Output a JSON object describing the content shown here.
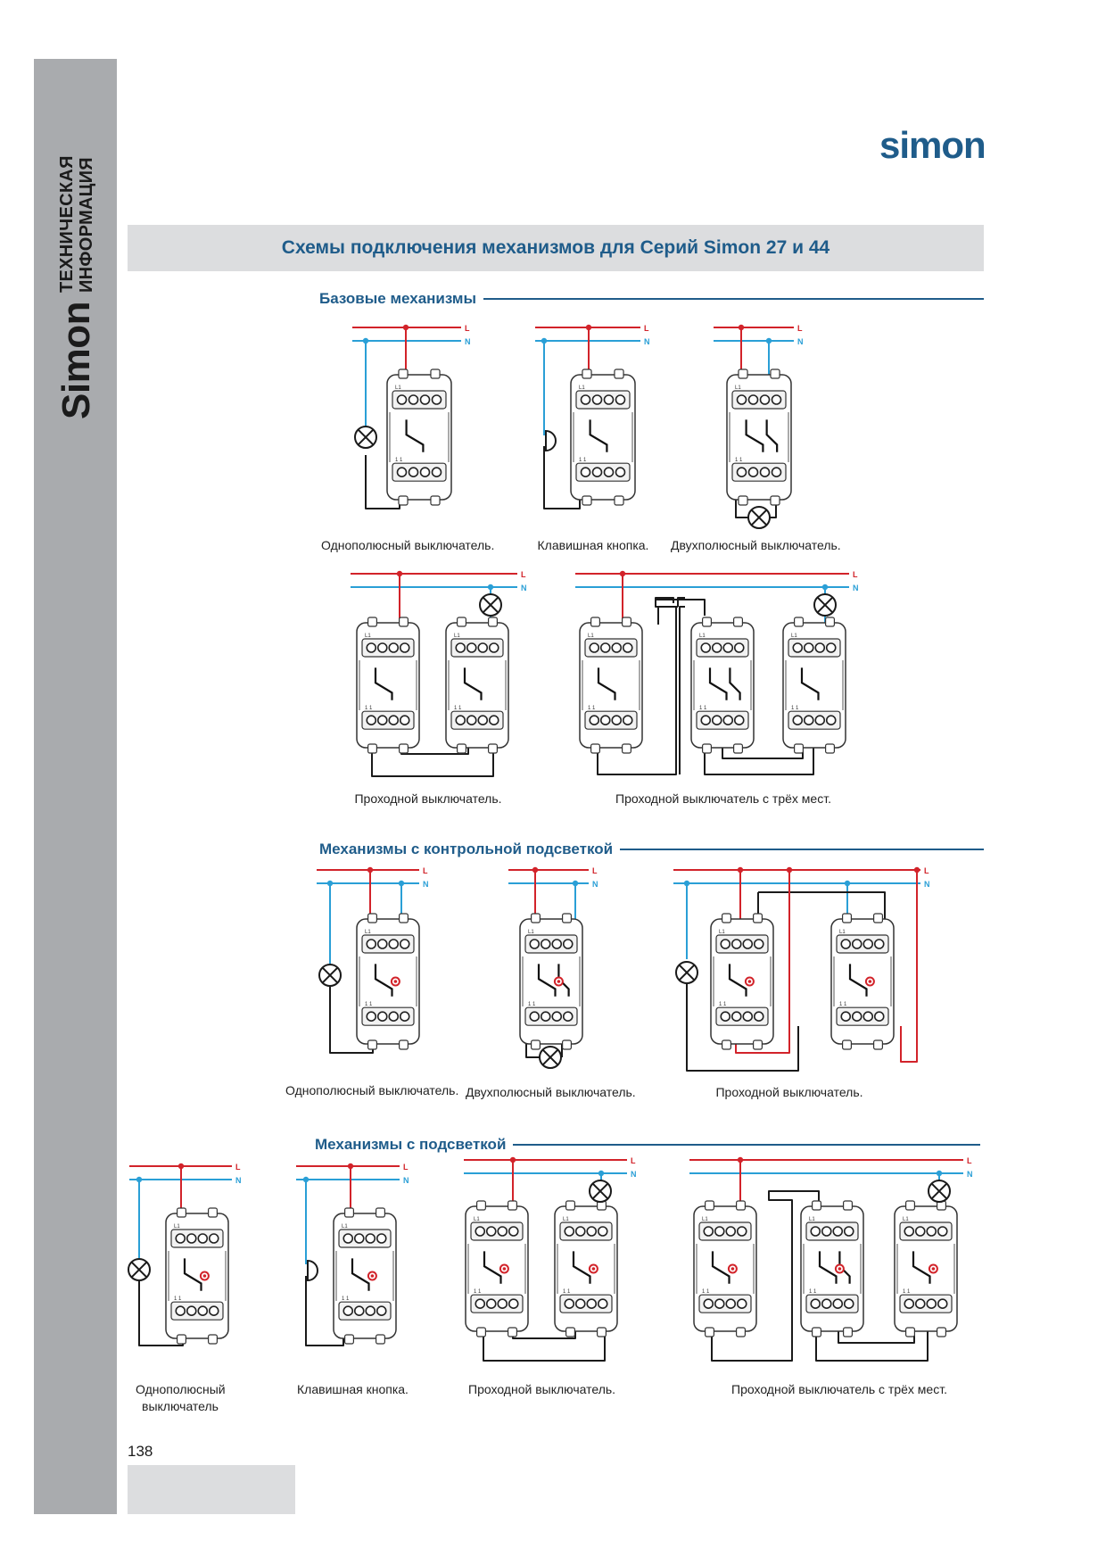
{
  "sidebar": {
    "brand": "Simon",
    "line1": "ТЕХНИЧЕСКАЯ",
    "line2": "ИНФОРМАЦИЯ"
  },
  "logo": "simon",
  "title": "Схемы подключения механизмов для Серий Simon 27 и 44",
  "sections": {
    "basic": {
      "title": "Базовые механизмы",
      "captions": [
        "Однополюсный выключатель.",
        "Клавишная кнопка.",
        "Двухполюсный выключатель.",
        "Проходной выключатель.",
        "Проходной выключатель с трёх мест."
      ]
    },
    "control": {
      "title": "Механизмы с контрольной подсветкой",
      "captions": [
        "Однополюсный выключатель.",
        "Двухполюсный выключатель.",
        "Проходной выключатель."
      ]
    },
    "backlit": {
      "title": "Механизмы с подсветкой",
      "captions": [
        "Однополюсный выключатель",
        "Клавишная кнопка.",
        "Проходной выключатель.",
        "Проходной выключатель с трёх мест."
      ]
    }
  },
  "labels": {
    "L": "L",
    "N": "N",
    "L1": "L1",
    "term1": "1",
    "L1on": "1 1"
  },
  "colors": {
    "phase": "#d2232a",
    "neutral": "#2a9fd6",
    "wire": "#1a1a1a",
    "brand": "#1f5c8a"
  },
  "page_number": "138"
}
